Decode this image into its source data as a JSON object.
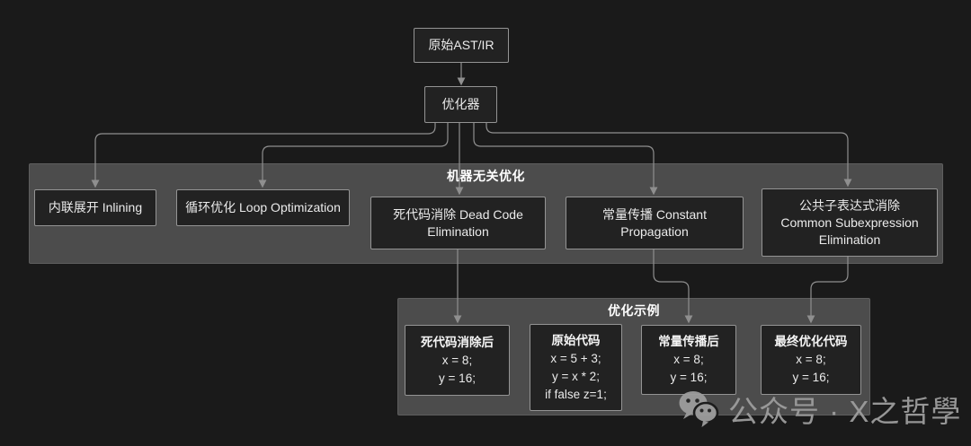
{
  "diagram": {
    "nodes": {
      "ast": "原始AST/IR",
      "optimizer": "优化器"
    },
    "machine_group": {
      "title": "机器无关优化",
      "nodes": [
        {
          "id": "inlining",
          "lines": [
            "内联展开 Inlining"
          ]
        },
        {
          "id": "loop-optimization",
          "lines": [
            "循环优化 Loop Optimization"
          ]
        },
        {
          "id": "dead-code-elimination",
          "lines": [
            "死代码消除 Dead Code",
            "Elimination"
          ]
        },
        {
          "id": "constant-propagation",
          "lines": [
            "常量传播 Constant",
            "Propagation"
          ]
        },
        {
          "id": "common-subexpression-elimination",
          "lines": [
            "公共子表达式消除",
            "Common Subexpression",
            "Elimination"
          ]
        }
      ]
    },
    "example_group": {
      "title": "优化示例",
      "nodes": [
        {
          "id": "after-dead-code-elimination",
          "lines": [
            "死代码消除后",
            "x = 8;",
            "y = 16;"
          ]
        },
        {
          "id": "original-code",
          "lines": [
            "原始代码",
            "x = 5 + 3;",
            "y = x * 2;",
            "if false z=1;"
          ]
        },
        {
          "id": "after-constant-propagation",
          "lines": [
            "常量传播后",
            "x = 8;",
            "y = 16;"
          ]
        },
        {
          "id": "final-optimized-code",
          "lines": [
            "最终优化代码",
            "x = 8;",
            "y = 16;"
          ]
        }
      ]
    }
  },
  "watermark": {
    "icon": "wechat-icon",
    "text": "公众号 · X之哲學"
  },
  "colors": {
    "background": "#1a1a1a",
    "group-fill": "#4c4c4c",
    "group-border": "#5e5e5e",
    "node-fill": "#222222",
    "node-border": "#949494",
    "edge": "#8f8f8f",
    "text": "#ebebeb",
    "title-text": "#ffffff",
    "watermark": "#9d9d9d"
  }
}
